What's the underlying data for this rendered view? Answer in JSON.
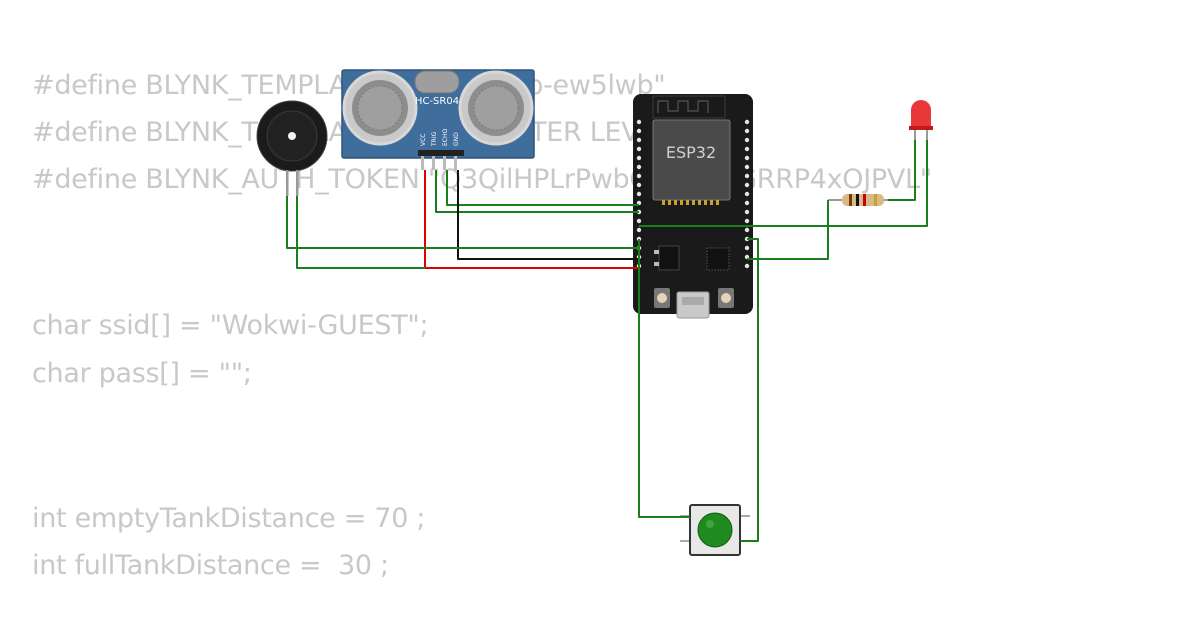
{
  "code": {
    "define_template": "#define BLYNK_TEMPLATE_ID \"TMPL3p-ew5lwb\"",
    "define_name": "#define BLYNK_TEMPLATE_NAME \"WATER LEVEL\"",
    "define_token": "#define BLYNK_AUTH_TOKEN \"Q3QilHPLrPwbCw2Bc4GRRP4xOJPVL\"",
    "ssid": "char ssid[] = \"Wokwi-GUEST\";",
    "pass": "char pass[] = \"\";",
    "empty_distance": "int emptyTankDistance = 70 ;",
    "full_distance": "int fullTankDistance =  30 ;"
  },
  "sensor": {
    "label": "HC-SR04",
    "pins": [
      "VCC",
      "TRIG",
      "ECHO",
      "GND"
    ]
  },
  "board": {
    "label": "ESP32"
  },
  "colors": {
    "wire_green": "#1a7f1a",
    "wire_red": "#e00000",
    "wire_black": "#111111",
    "sensor_blue": "#3f6d9c",
    "board_black": "#1a1a1a",
    "led_red": "#e52222",
    "button_green": "#1f8a1f"
  },
  "icons": [
    "buzzer-icon",
    "led-icon",
    "resistor-icon",
    "pushbutton-icon"
  ]
}
